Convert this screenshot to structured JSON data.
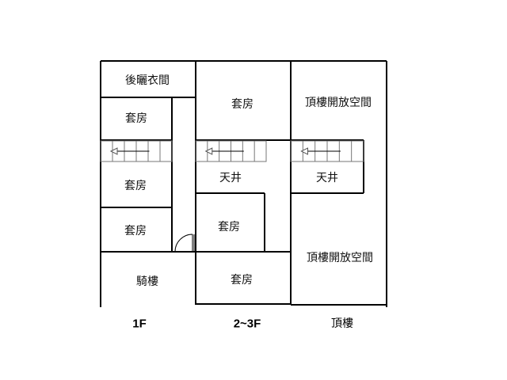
{
  "floors": [
    {
      "label": "1F",
      "rooms": [
        "後曬衣間",
        "套房",
        "套房",
        "套房",
        "騎樓"
      ]
    },
    {
      "label": "2~3F",
      "rooms": [
        "套房",
        "天井",
        "套房",
        "套房"
      ]
    },
    {
      "label": "頂樓",
      "rooms": [
        "頂樓開放空間",
        "天井",
        "頂樓開放空間"
      ]
    }
  ],
  "colors": {
    "wall": "#000000",
    "stair": "#777777"
  }
}
